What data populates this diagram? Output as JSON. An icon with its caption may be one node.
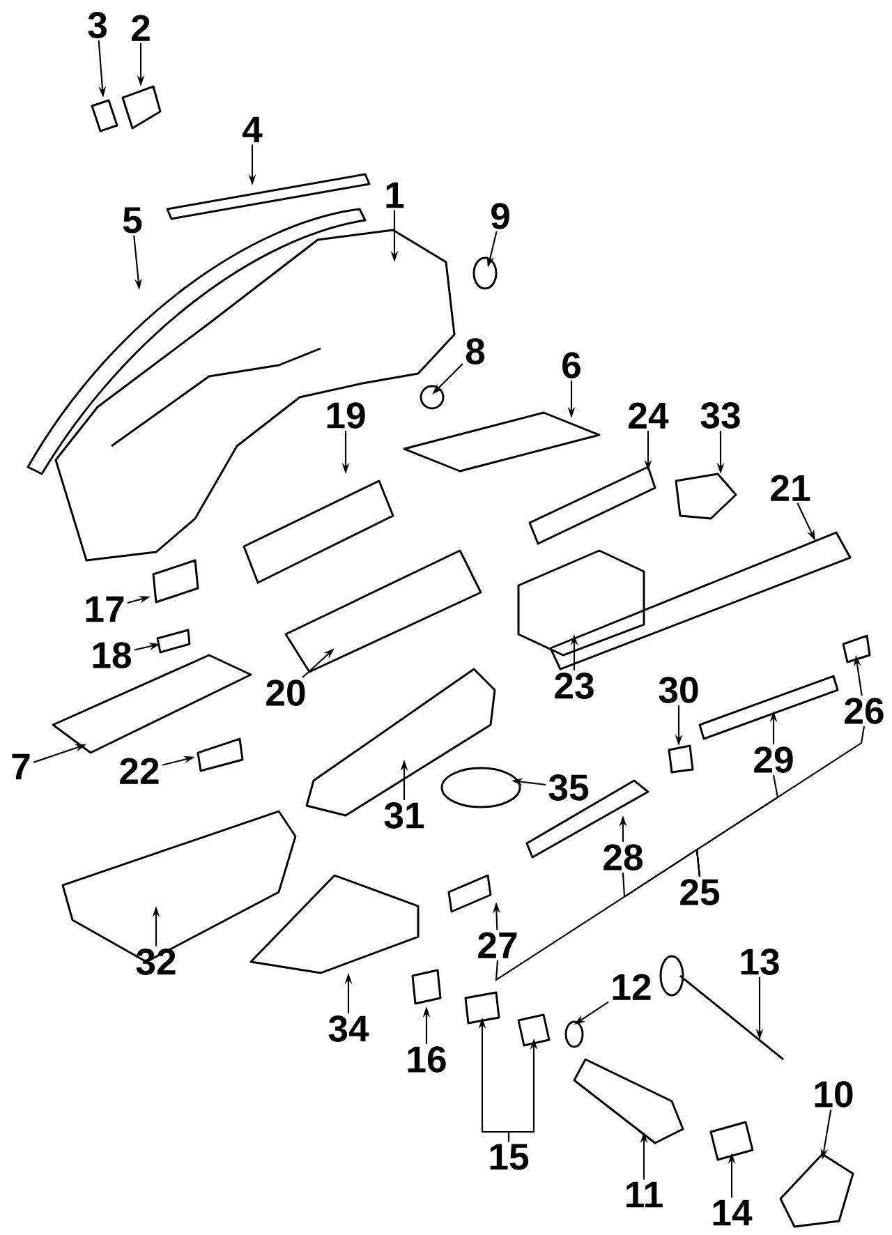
{
  "diagram": {
    "nodes": [
      {
        "text": [
          "1"
        ]
      },
      {
        "text": [
          "2"
        ]
      },
      {
        "text": [
          "3"
        ]
      },
      {
        "text": [
          "4"
        ]
      },
      {
        "text": [
          "5"
        ]
      },
      {
        "text": [
          "6"
        ]
      },
      {
        "text": [
          "7"
        ]
      },
      {
        "text": [
          "8"
        ]
      },
      {
        "text": [
          "9"
        ]
      },
      {
        "text": [
          "10"
        ]
      },
      {
        "text": [
          "11"
        ]
      },
      {
        "text": [
          "12"
        ]
      },
      {
        "text": [
          "13"
        ]
      },
      {
        "text": [
          "14"
        ]
      },
      {
        "text": [
          "15"
        ]
      },
      {
        "text": [
          "16"
        ]
      },
      {
        "text": [
          "17"
        ]
      },
      {
        "text": [
          "18"
        ]
      },
      {
        "text": [
          "19"
        ]
      },
      {
        "text": [
          "20"
        ]
      },
      {
        "text": [
          "21"
        ]
      },
      {
        "text": [
          "22"
        ]
      },
      {
        "text": [
          "23"
        ]
      },
      {
        "text": [
          "24"
        ]
      },
      {
        "text": [
          "25"
        ]
      },
      {
        "text": [
          "26"
        ]
      },
      {
        "text": [
          "27"
        ]
      },
      {
        "text": [
          "28"
        ]
      },
      {
        "text": [
          "29"
        ]
      },
      {
        "text": [
          "30"
        ]
      },
      {
        "text": [
          "31"
        ]
      },
      {
        "text": [
          "32"
        ]
      },
      {
        "text": [
          "33"
        ]
      },
      {
        "text": [
          "34"
        ]
      },
      {
        "text": [
          "35"
        ]
      }
    ],
    "edges": [
      {
        "from": 0,
        "to": null,
        "arrow": "to"
      },
      {
        "from": 1,
        "to": null,
        "arrow": "to"
      },
      {
        "from": 2,
        "to": null,
        "arrow": "to"
      },
      {
        "from": 3,
        "to": null,
        "arrow": "to"
      },
      {
        "from": 4,
        "to": null,
        "arrow": "to"
      },
      {
        "from": 5,
        "to": null,
        "arrow": "to"
      },
      {
        "from": 6,
        "to": null,
        "arrow": "to"
      },
      {
        "from": 7,
        "to": null,
        "arrow": "to"
      },
      {
        "from": 8,
        "to": null,
        "arrow": "to"
      },
      {
        "from": 9,
        "to": null,
        "arrow": "to"
      },
      {
        "from": 10,
        "to": null,
        "arrow": "to"
      },
      {
        "from": 11,
        "to": null,
        "arrow": "to"
      },
      {
        "from": 12,
        "to": null,
        "arrow": "to"
      },
      {
        "from": 13,
        "to": null,
        "arrow": "to"
      },
      {
        "from": 14,
        "to": null,
        "arrow": "to"
      },
      {
        "from": 14,
        "to": null,
        "arrow": "to"
      },
      {
        "from": 15,
        "to": null,
        "arrow": "to"
      },
      {
        "from": 16,
        "to": null,
        "arrow": "to"
      },
      {
        "from": 17,
        "to": null,
        "arrow": "to"
      },
      {
        "from": 18,
        "to": null,
        "arrow": "to"
      },
      {
        "from": 19,
        "to": null,
        "arrow": "to"
      },
      {
        "from": 20,
        "to": null,
        "arrow": "to"
      },
      {
        "from": 21,
        "to": null,
        "arrow": "to"
      },
      {
        "from": 22,
        "to": null,
        "arrow": "to"
      },
      {
        "from": 23,
        "to": null,
        "arrow": "to"
      },
      {
        "from": 25,
        "to": null,
        "arrow": "to"
      },
      {
        "from": 26,
        "to": null,
        "arrow": "to"
      },
      {
        "from": 27,
        "to": null,
        "arrow": "to"
      },
      {
        "from": 28,
        "to": null,
        "arrow": "to"
      },
      {
        "from": 29,
        "to": null,
        "arrow": "to"
      },
      {
        "from": 30,
        "to": null,
        "arrow": "to"
      },
      {
        "from": 31,
        "to": null,
        "arrow": "to"
      },
      {
        "from": 32,
        "to": null,
        "arrow": "to"
      },
      {
        "from": 33,
        "to": null,
        "arrow": "to"
      },
      {
        "from": 34,
        "to": null,
        "arrow": "to"
      },
      {
        "from": 24,
        "to": 26,
        "arrow": "none"
      },
      {
        "from": 24,
        "to": 27,
        "arrow": "none"
      },
      {
        "from": 24,
        "to": 28,
        "arrow": "none"
      },
      {
        "from": 24,
        "to": 25,
        "arrow": "none"
      }
    ]
  }
}
